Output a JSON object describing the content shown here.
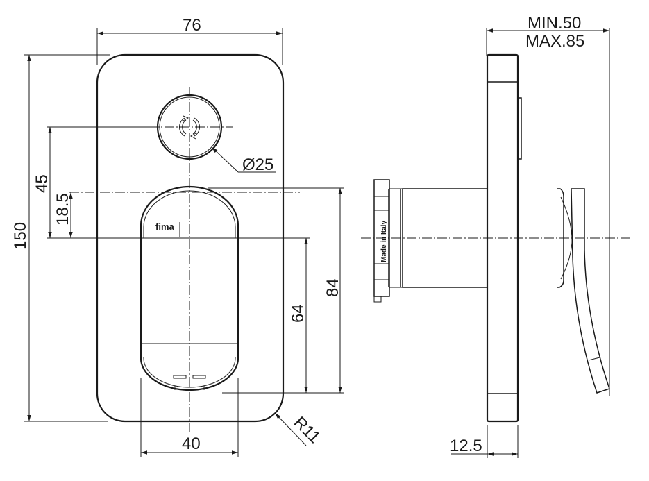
{
  "drawing": {
    "type": "technical-drawing",
    "subject": "concealed single-lever mixer (front and side view)",
    "line_color": "#1a1a1a",
    "background": "#ffffff"
  },
  "front_view": {
    "dimensions": {
      "width": "76",
      "height": "150",
      "knob_to_lever_center": "45",
      "lever_top_offset": "18.5",
      "knob_diameter": "Ø25",
      "lever_width": "40",
      "lever_lower_height": "64",
      "lever_total_height": "84",
      "corner_radius": "R11"
    },
    "lever_brand": "fima"
  },
  "side_view": {
    "dimensions": {
      "depth_min": "MIN.50",
      "depth_max": "MAX.85",
      "plate_thickness": "12.5"
    },
    "cartridge_label": "Made in Italy"
  }
}
